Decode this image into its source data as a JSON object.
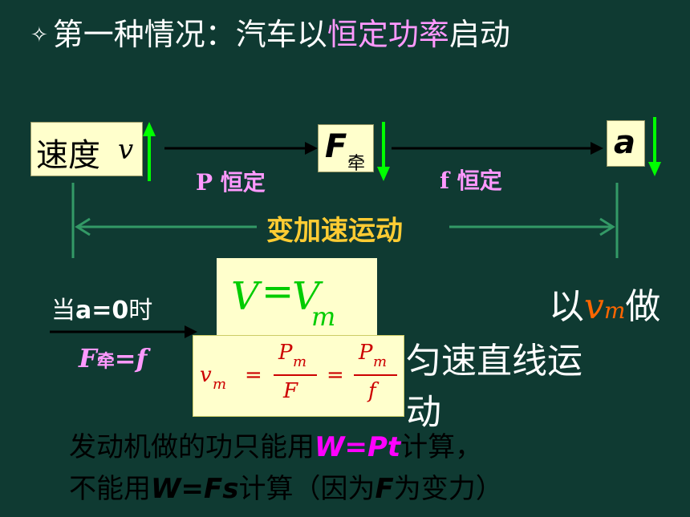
{
  "title": {
    "bullet": "✧",
    "part1": "第一种情况：汽车以",
    "highlight": "恒定功率",
    "part2": "启动"
  },
  "chain": {
    "speed_label": "速度",
    "speed_var": "v",
    "force_var": "F",
    "force_sub": "牵",
    "accel_var": "a",
    "p_const": "P 恒定",
    "f_const": "f 恒定",
    "motion": "变加速运动"
  },
  "condition": {
    "prefix": "当",
    "eq": "a=0",
    "suffix": "时",
    "f_var": "F",
    "f_sub": "牵",
    "f_rest": "=f"
  },
  "result": {
    "v_lhs": "V",
    "eq": "=",
    "v_rhs": "V",
    "v_sub": "m"
  },
  "formula": {
    "vm": "v",
    "vm_sub": "m",
    "eq": "=",
    "num": "P",
    "num_sub": "m",
    "den1": "F",
    "den2": "f"
  },
  "right_text": {
    "yi": "以",
    "vm": "v",
    "vm_sub": "m",
    "zuo": "做",
    "line2": "匀速直线运",
    "line3": "动"
  },
  "bottom": {
    "l1a": "发动机做的功只能用",
    "l1b": "W=Pt",
    "l1c": "计算，",
    "l2a": "不能用",
    "l2b": "W=Fs",
    "l2c": "计算（因为",
    "l2d": "F",
    "l2e": "为变力）"
  }
}
